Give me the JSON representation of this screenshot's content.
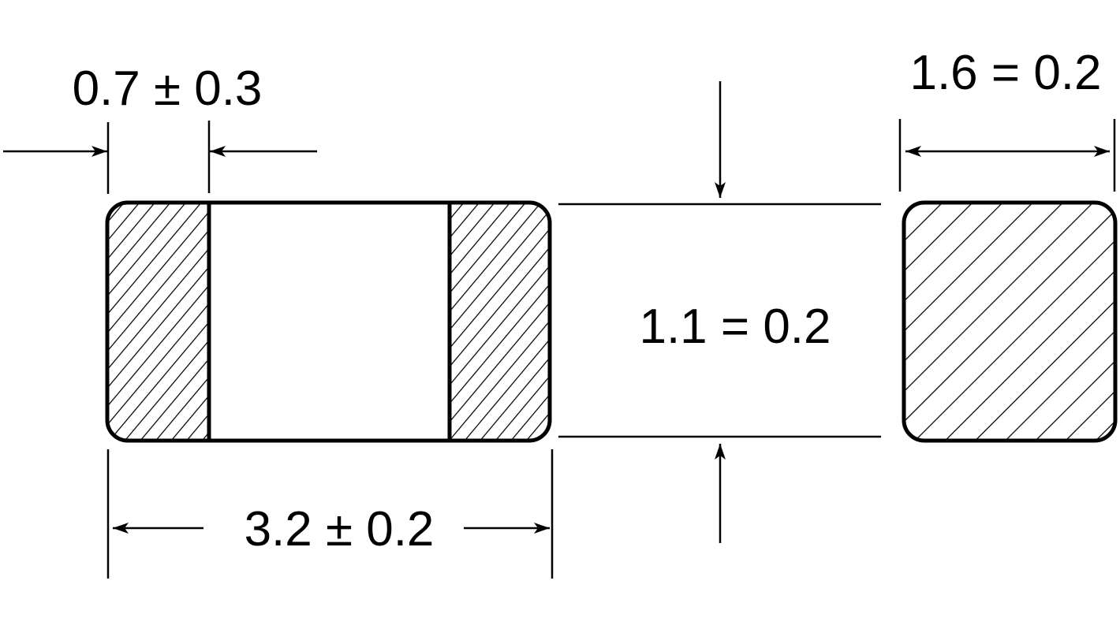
{
  "dimensions": {
    "terminal_width": "0.7 ± 0.3",
    "length": "3.2 ± 0.2",
    "thickness": "1.1 = 0.2",
    "width": "1.6 = 0.2"
  },
  "colors": {
    "line": "#000000",
    "background": "#ffffff"
  }
}
